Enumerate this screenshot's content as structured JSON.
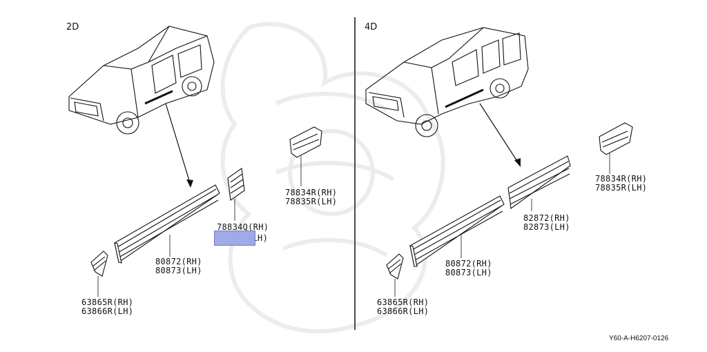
{
  "sections": {
    "left_label": "2D",
    "right_label": "4D"
  },
  "parts_2d": {
    "rear_fender_molding": [
      "78834R(RH)",
      "78835R(LH)"
    ],
    "center_molding": [
      "78834Q(RH)",
      "(LH)"
    ],
    "door_molding": [
      "80872(RH)",
      "80873(LH)"
    ],
    "front_fender_molding": [
      "63865R(RH)",
      "63866R(LH)"
    ]
  },
  "parts_4d": {
    "rear_fender_molding": [
      "78834R(RH)",
      "78835R(LH)"
    ],
    "rear_door_molding": [
      "82872(RH)",
      "82873(LH)"
    ],
    "door_molding": [
      "80872(RH)",
      "80873(LH)"
    ],
    "front_fender_molding": [
      "63865R(RH)",
      "63866R(LH)"
    ]
  },
  "reference": "Y60-A-H6207-0126",
  "colors": {
    "highlight": "#9aa6e6",
    "line": "#111111",
    "watermark": "#ececec"
  }
}
